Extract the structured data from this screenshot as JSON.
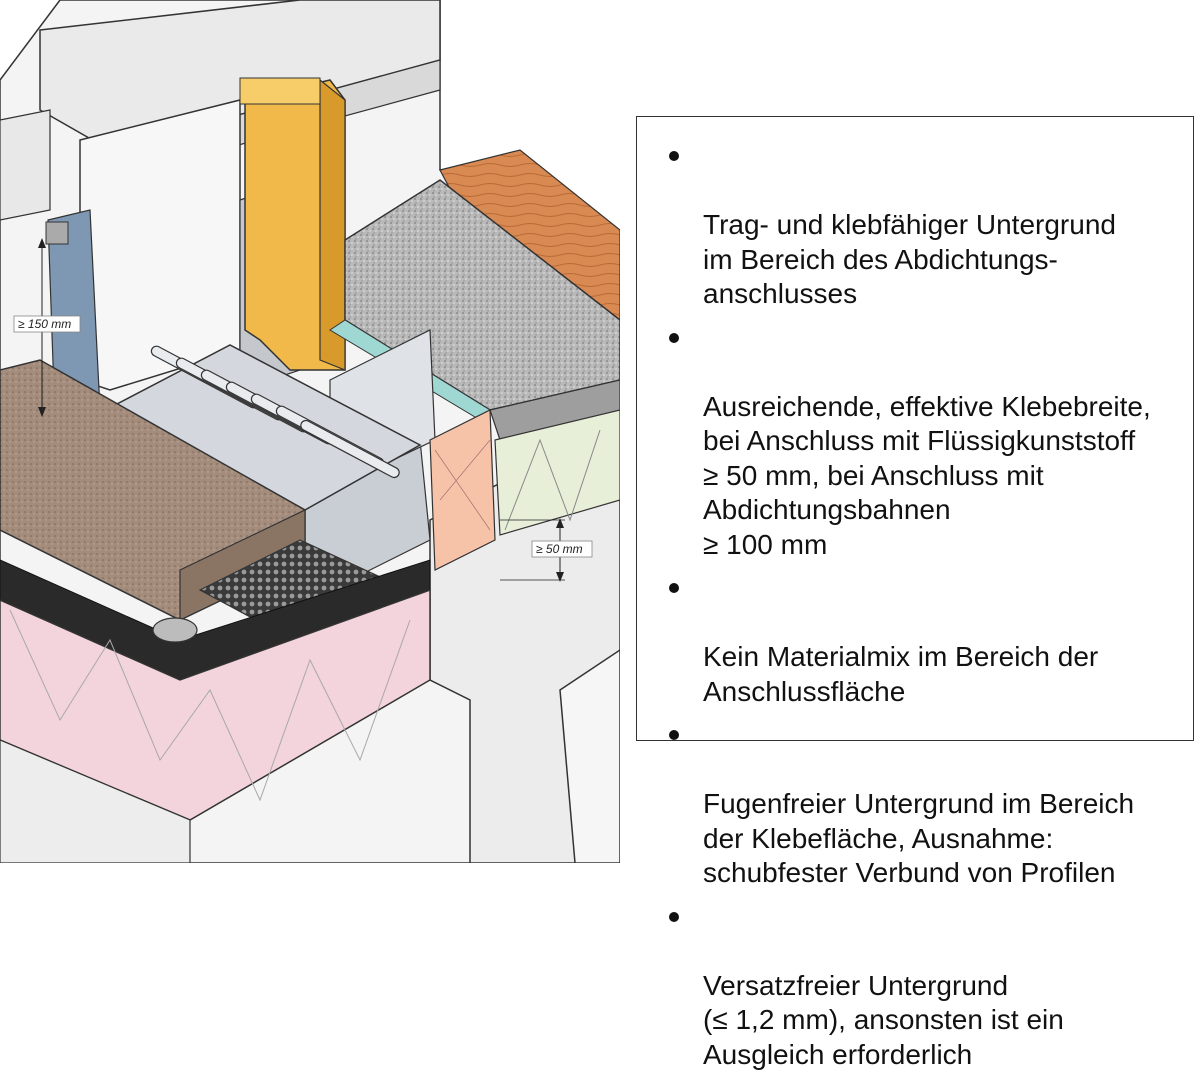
{
  "dimensions": {
    "upstand_height": "≥ 150 mm",
    "overlap_width": "≥ 50 mm"
  },
  "requirements": [
    {
      "text": "Trag- und klebfähiger Untergrund\nim Bereich des Abdichtungs-\nanschlusses"
    },
    {
      "text": "Ausreichende, effektive Klebebreite,\nbei Anschluss mit Flüssigkunststoff\n≥ 50 mm, bei Anschluss mit\nAbdichtungsbahnen\n≥ 100 mm"
    },
    {
      "text": "Kein Materialmix im Bereich der\nAnschlussfläche"
    },
    {
      "text": "Fugenfreier Untergrund im Bereich\nder Klebefläche, Ausnahme:\nschubfester Verbund von Profilen"
    },
    {
      "text": "Versatzfreier Untergrund\n(≤ 1,2 mm), ansonsten ist ein\nAusgleich erforderlich"
    }
  ],
  "colors": {
    "outline": "#333333",
    "insulation": "#f3d4dc",
    "frame": "#f0b94a",
    "drain": "#d4d8de",
    "screed": "#a08a7a",
    "wood": "#d98a52",
    "membrane": "#222222",
    "wall": "#f2f2f2"
  }
}
